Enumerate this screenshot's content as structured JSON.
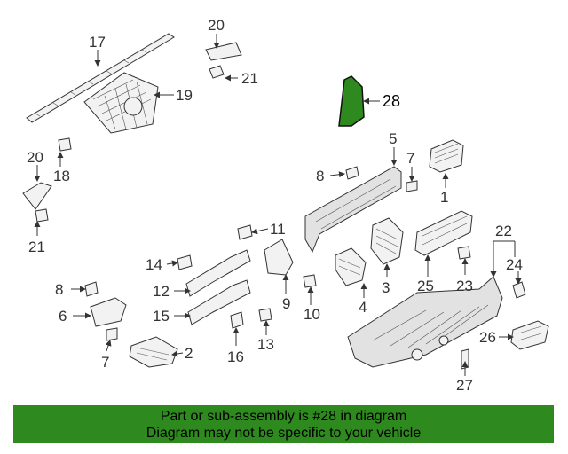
{
  "callouts": {
    "c1": "1",
    "c2": "2",
    "c3": "3",
    "c4": "4",
    "c5": "5",
    "c6": "6",
    "c7a": "7",
    "c7b": "7",
    "c8a": "8",
    "c8b": "8",
    "c9": "9",
    "c10": "10",
    "c11": "11",
    "c12": "12",
    "c13": "13",
    "c14": "14",
    "c15": "15",
    "c16": "16",
    "c17": "17",
    "c18": "18",
    "c19": "19",
    "c20a": "20",
    "c20b": "20",
    "c21a": "21",
    "c21b": "21",
    "c22": "22",
    "c23": "23",
    "c24": "24",
    "c25": "25",
    "c26": "26",
    "c27": "27",
    "c28": "28"
  },
  "highlight_color": "#2e8a1f",
  "banner": {
    "line1": "Part or sub-assembly is #28 in diagram",
    "line2": "Diagram may not be specific to your vehicle"
  }
}
